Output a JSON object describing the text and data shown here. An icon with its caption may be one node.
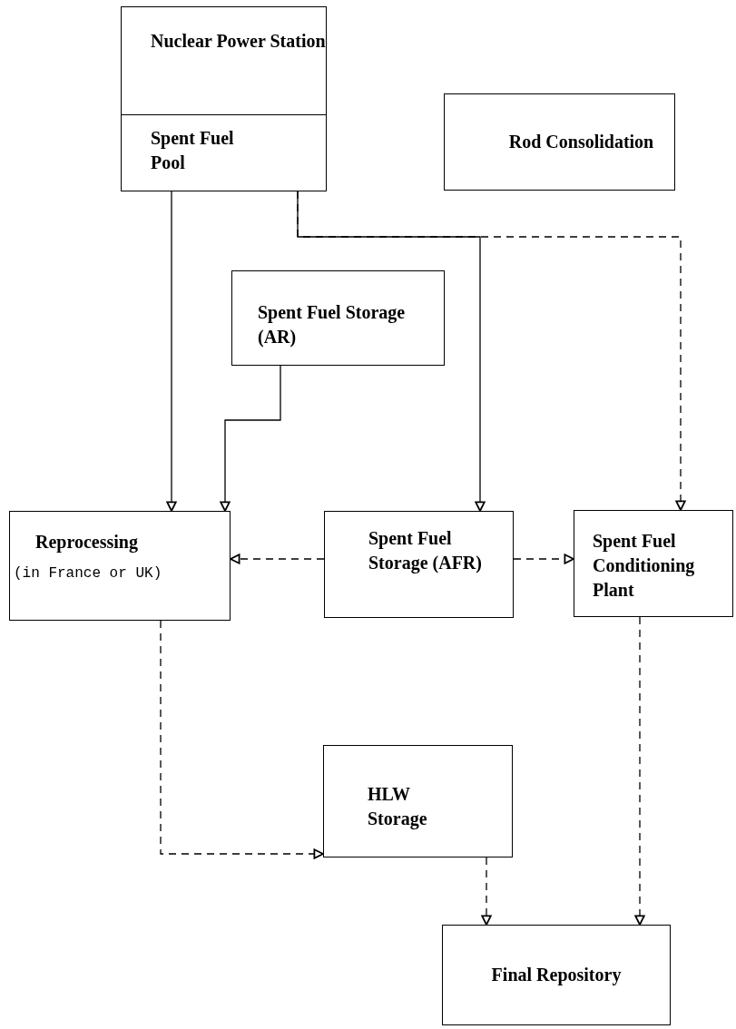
{
  "diagram": {
    "nodes": [
      {
        "text": [
          "Nuclear Power Station",
          "Spent Fuel Pool"
        ]
      },
      {
        "text": [
          "Rod Consolidation"
        ]
      },
      {
        "text": [
          "Spent Fuel Storage (AR)"
        ]
      },
      {
        "text": [
          "Reprocessing",
          "(in France or UK)"
        ]
      },
      {
        "text": [
          "Spent Fuel Storage (AFR)"
        ]
      },
      {
        "text": [
          "Spent Fuel Conditioning Plant"
        ]
      },
      {
        "text": [
          "HLW Storage"
        ]
      },
      {
        "text": [
          "Final Repository"
        ]
      }
    ],
    "edges": [
      {
        "from": 0,
        "to": 3,
        "arrow": "to"
      },
      {
        "from": 2,
        "to": 3,
        "arrow": "to"
      },
      {
        "from": 0,
        "to": 4,
        "arrow": "to"
      },
      {
        "from": 0,
        "to": 5,
        "arrow": "to",
        "style": "dashed"
      },
      {
        "from": 4,
        "to": 3,
        "arrow": "to",
        "style": "dashed"
      },
      {
        "from": 4,
        "to": 5,
        "arrow": "to",
        "style": "dashed"
      },
      {
        "from": 3,
        "to": 6,
        "arrow": "to",
        "style": "dashed"
      },
      {
        "from": 6,
        "to": 7,
        "arrow": "to",
        "style": "dashed"
      },
      {
        "from": 5,
        "to": 7,
        "arrow": "to",
        "style": "dashed"
      }
    ]
  }
}
